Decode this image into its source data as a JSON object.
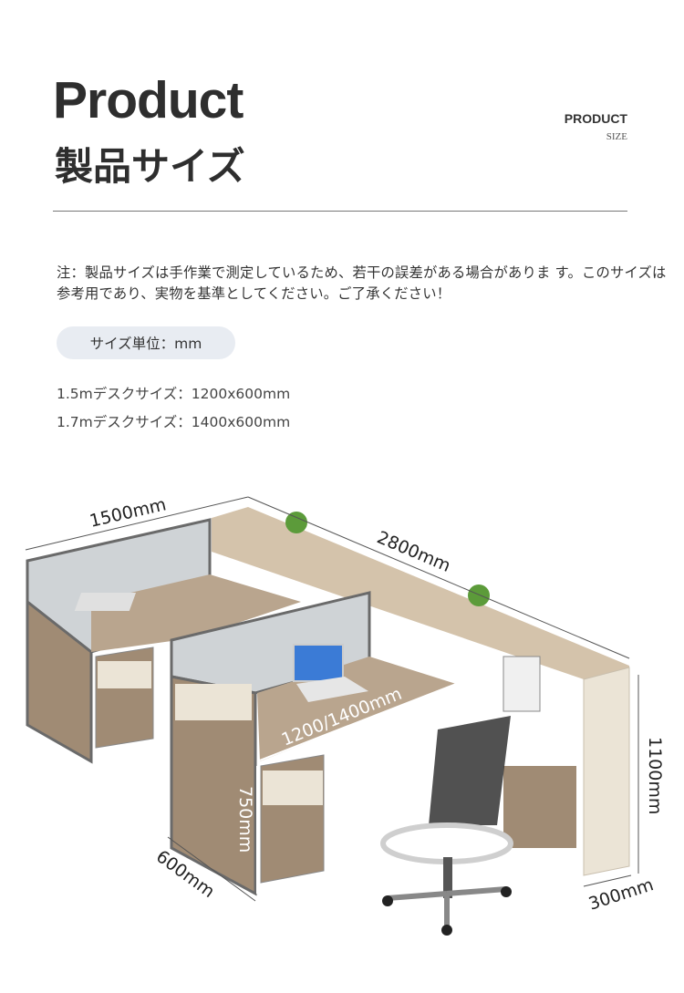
{
  "header": {
    "title_en": "Product",
    "title_jp": "製品サイズ",
    "badge_main": "PRODUCT",
    "badge_sub": "SIZE"
  },
  "note": "注：製品サイズは手作業で測定しているため、若干の誤差がある場合がありま す。このサイズは参考用であり、実物を基準としてください。ご了承ください！",
  "unit_label": "サイズ単位：mm",
  "sizes": [
    "1.5mデスクサイズ：1200x600mm",
    "1.7mデスクサイズ：1400x600mm"
  ],
  "dimensions": {
    "d1500": "1500mm",
    "d2800": "2800mm",
    "d1200": "1200/1400mm",
    "d750": "750mm",
    "d600": "600mm",
    "d1100": "1100mm",
    "d300": "300mm"
  },
  "colors": {
    "wood": "#a08b74",
    "panel": "#ebe4d6",
    "frame": "#6a6a6a",
    "desk_top": "#b9a58e"
  }
}
